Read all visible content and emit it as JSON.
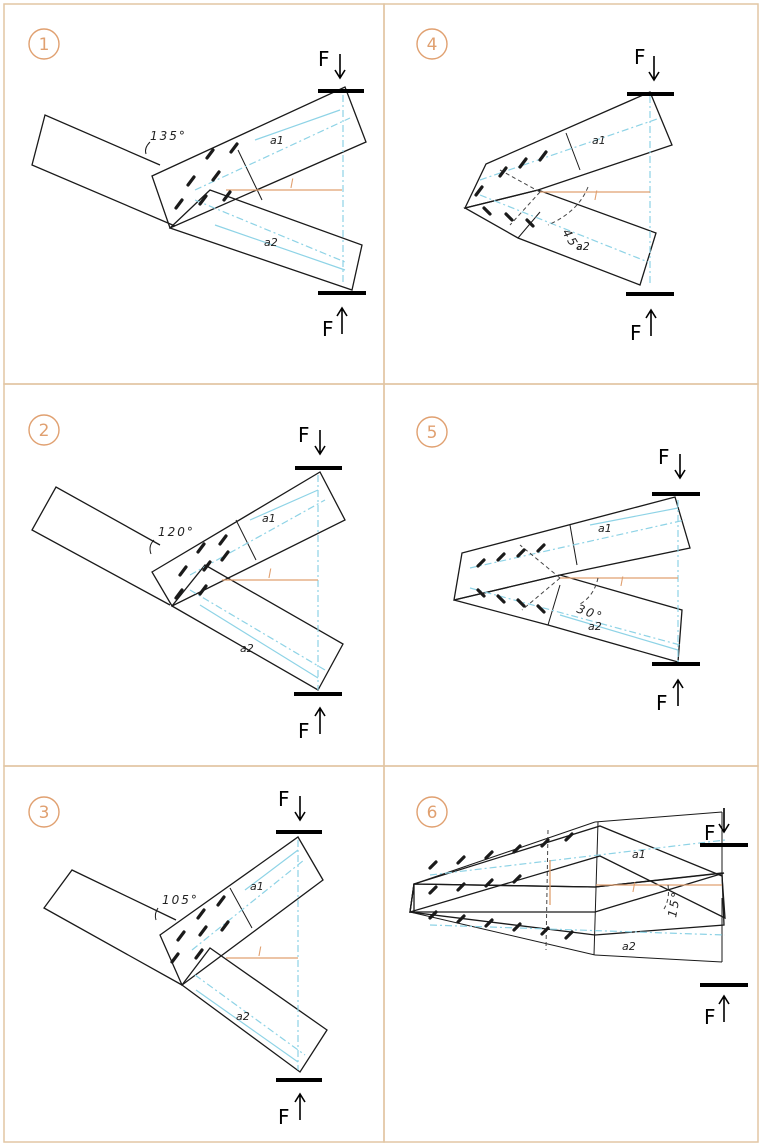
{
  "force_label": "F",
  "panels": [
    {
      "id": "p1",
      "number": "1",
      "angle_label": "135°",
      "a1": "a1",
      "a2": "a2",
      "l": "l"
    },
    {
      "id": "p4",
      "number": "4",
      "angle_label": "45°",
      "a1": "a1",
      "a2": "a2",
      "l": "l"
    },
    {
      "id": "p2",
      "number": "2",
      "angle_label": "120°",
      "a1": "a1",
      "a2": "a2",
      "l": "l"
    },
    {
      "id": "p5",
      "number": "5",
      "angle_label": "30°",
      "a1": "a1",
      "a2": "a2",
      "l": "l"
    },
    {
      "id": "p3",
      "number": "3",
      "angle_label": "105°",
      "a1": "a1",
      "a2": "a2",
      "l": "l"
    },
    {
      "id": "p6",
      "number": "6",
      "angle_label": "15°",
      "a1": "a1",
      "a2": "a2",
      "l": "l"
    }
  ],
  "colors": {
    "accent": "#e0a070",
    "centerline": "#8ed3e6",
    "border": "#e2c6a4",
    "ink": "#1a1a1a"
  }
}
